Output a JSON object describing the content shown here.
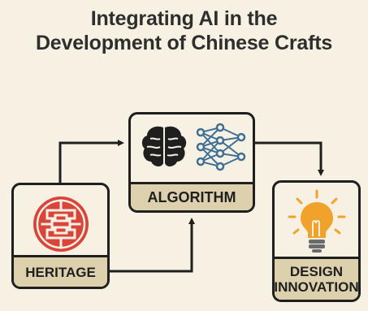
{
  "title": {
    "line1": "Integrating AI in the",
    "line2": "Development of Chinese Crafts"
  },
  "nodes": {
    "algorithm": {
      "label": "ALGORITHM",
      "icons": [
        "brain-icon",
        "neural-network-icon"
      ]
    },
    "heritage": {
      "label": "HERITAGE",
      "icon": "chinese-knot-icon"
    },
    "design": {
      "label_line1": "DESIGN",
      "label_line2": "INNOVATION",
      "icon": "lightbulb-icon"
    }
  },
  "colors": {
    "background": "#f7f1e3",
    "label_band": "#ddd0ad",
    "outline": "#1f1f1f",
    "knot_red": "#d9453a",
    "network_blue": "#3e6f96",
    "bulb_orange": "#f0a22a"
  }
}
